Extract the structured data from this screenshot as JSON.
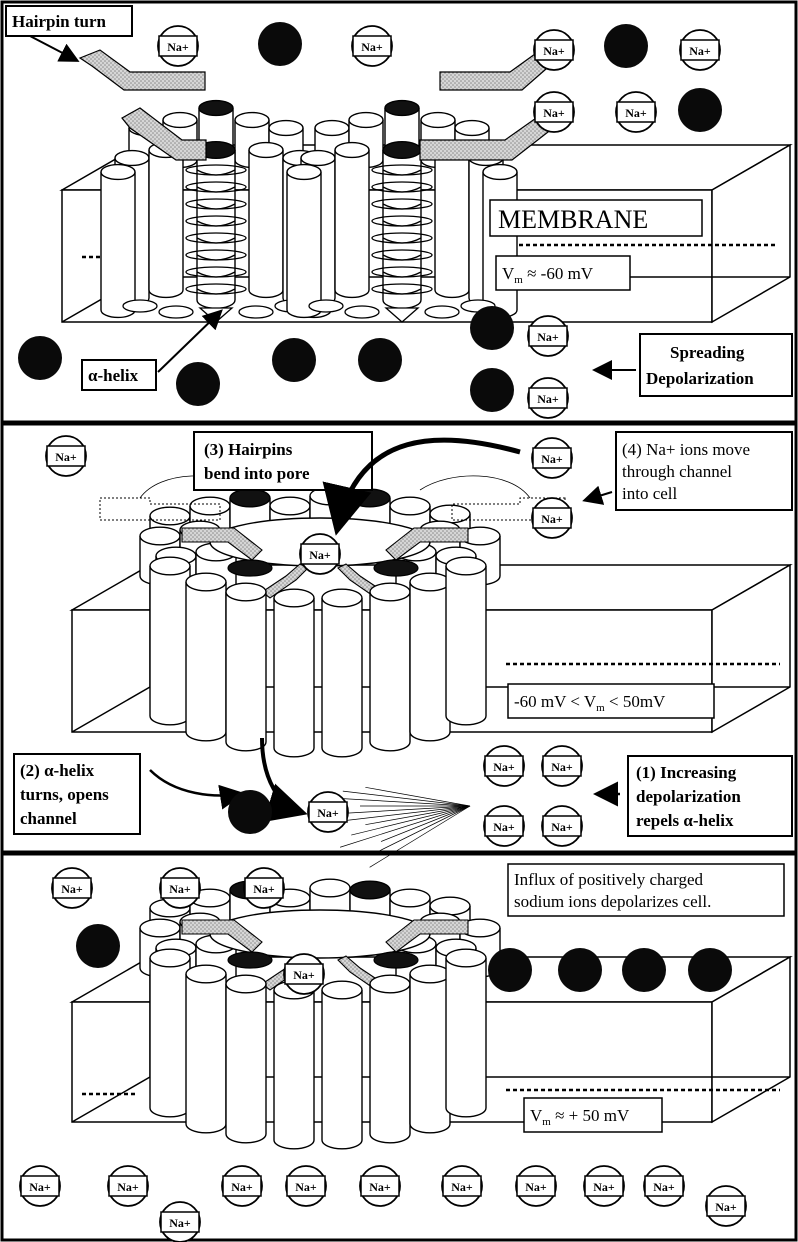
{
  "ion": {
    "label": "Na+"
  },
  "panel1": {
    "hairpin": "Hairpin turn",
    "membrane": "MEMBRANE",
    "vm_prefix": "V",
    "vm_sub": "m",
    "vm_value": " ≈ -60 mV",
    "alpha": "α-helix",
    "spreading": [
      "Spreading",
      "Depolarization"
    ]
  },
  "panel2": {
    "hairpins": [
      "(3) Hairpins",
      "bend into pore"
    ],
    "move": [
      "(4) Na+ ions move",
      "through channel",
      "into cell"
    ],
    "range_left": "-60 mV < V",
    "range_sub": "m",
    "range_right": " < 50mV",
    "turns": [
      "(2) α-helix",
      "turns, opens",
      "channel"
    ],
    "increasing": [
      "(1) Increasing",
      "depolarization",
      "repels α-helix"
    ]
  },
  "panel3": {
    "influx": [
      "Influx of positively charged",
      "sodium ions depolarizes cell."
    ],
    "vm_prefix": "V",
    "vm_sub": "m",
    "vm_value": " ≈ + 50 mV"
  }
}
